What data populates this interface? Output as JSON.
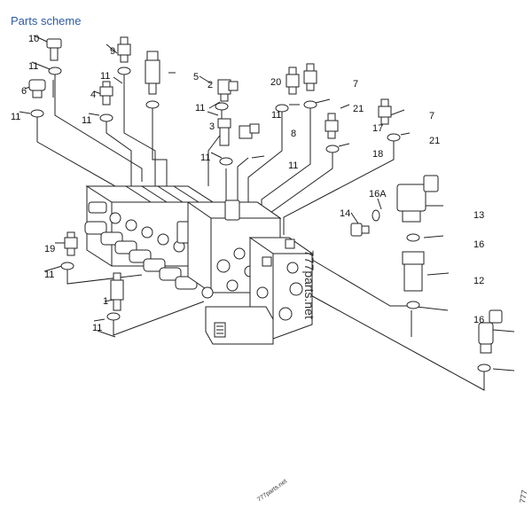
{
  "header": {
    "title": "Parts scheme"
  },
  "labels": {
    "l10": "10",
    "l9": "9",
    "l11a": "11",
    "l11b": "11",
    "l6": "6",
    "l4": "4",
    "l5": "5",
    "l2": "2",
    "l20": "20",
    "l3": "3",
    "l7a": "7",
    "l21a": "21",
    "l11c": "11",
    "l11d": "11",
    "l11e": "11",
    "l11f": "11",
    "l11g": "11",
    "l8": "8",
    "l11h": "11",
    "l17": "17",
    "l7b": "7",
    "l21b": "21",
    "l18": "18",
    "l16a": "16A",
    "l14": "14",
    "l13": "13",
    "l16b": "16",
    "l19": "19",
    "l11i": "11",
    "l12": "12",
    "l1": "1",
    "l11j": "11",
    "l16c": "16"
  },
  "watermarks": {
    "main": "777parts.net",
    "small": "777parts.net",
    "edge": "777"
  }
}
